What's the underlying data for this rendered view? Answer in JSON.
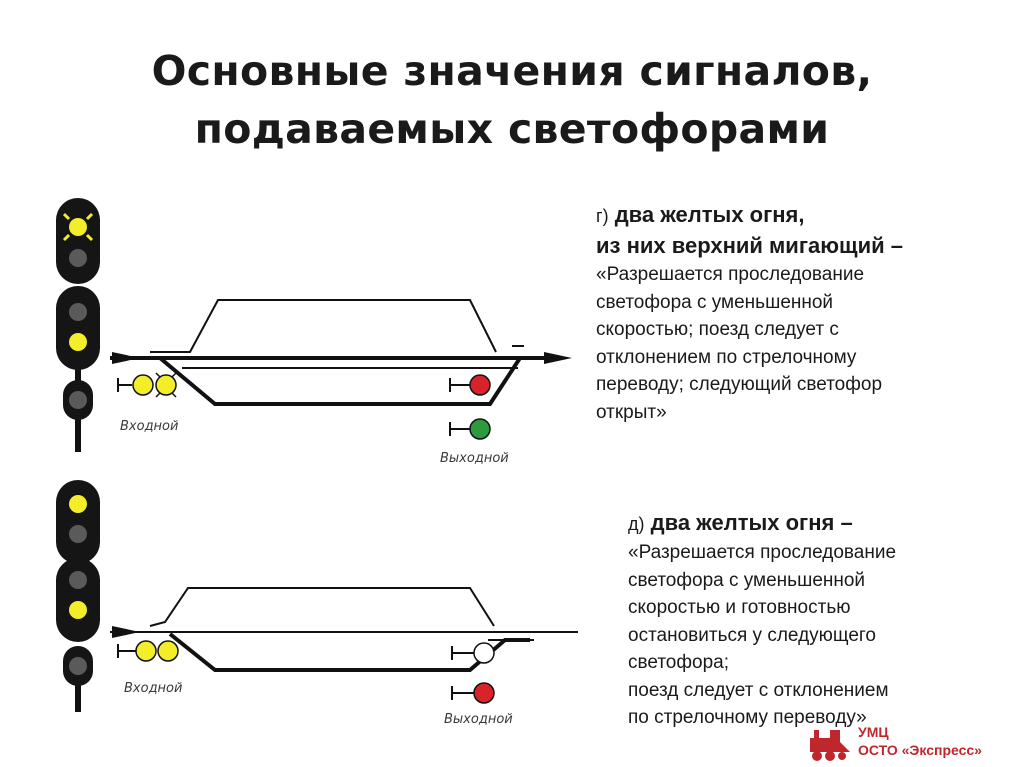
{
  "title": {
    "line1": "Основные значения сигналов,",
    "line2": "подаваемых светофорами"
  },
  "panel_g": {
    "letter": "г)",
    "head_line1": "два желтых огня,",
    "head_line2": "из них верхний мигающий –",
    "body_lines": [
      "«Разрешается проследование",
      "светофора с уменьшенной",
      "скоростью; поезд следует с",
      "отклонением по стрелочному",
      "переводу; следующий светофор",
      "открыт»"
    ],
    "entry_label": "Входной",
    "exit_label": "Выходной"
  },
  "panel_d": {
    "letter": "д)",
    "head_line1": "два желтых огня –",
    "body_lines": [
      "«Разрешается проследование",
      "светофора с уменьшенной",
      "скоростью и готовностью",
      "остановиться у следующего",
      "светофора;",
      "поезд следует с отклонением",
      "по стрелочному переводу»"
    ],
    "entry_label": "Входной",
    "exit_label": "Выходной"
  },
  "logo": {
    "line1": "УМЦ",
    "line2": "ОСТО «Экспресс»"
  },
  "colors": {
    "yellow": "#f4ee2a",
    "red": "#d8232a",
    "green": "#2e9a3e",
    "unlit": "#5a5a5a",
    "brand": "#c0272d"
  }
}
